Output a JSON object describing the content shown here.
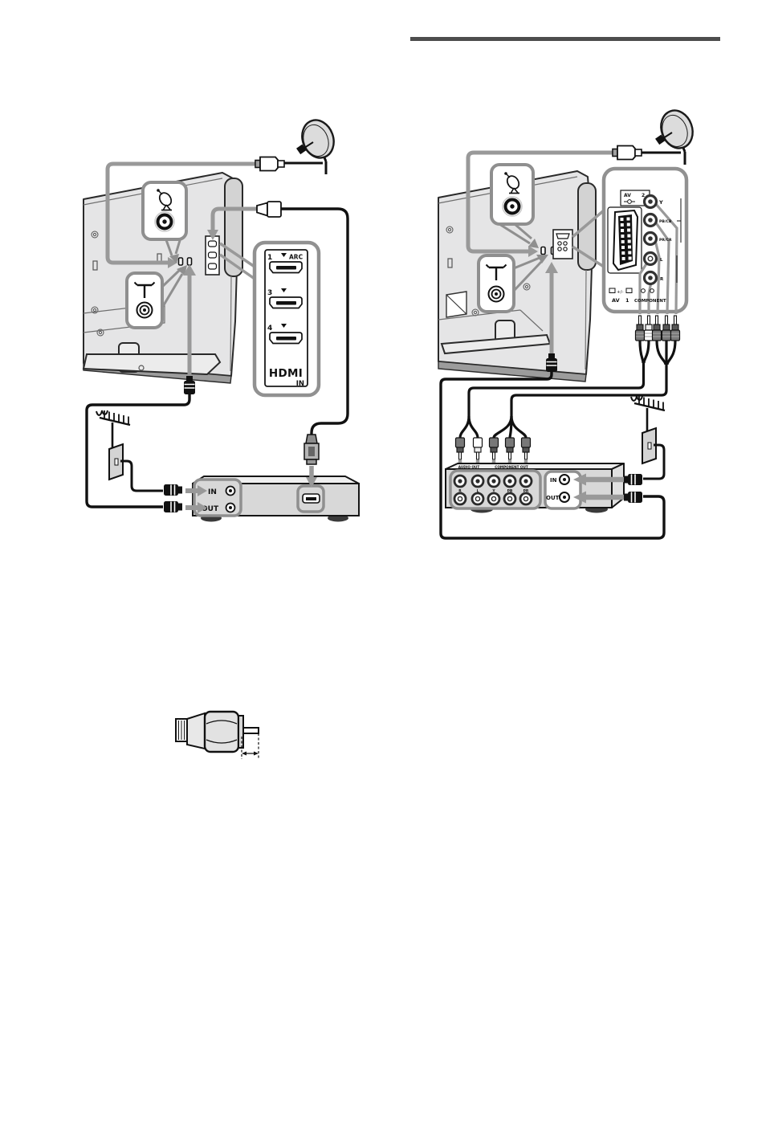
{
  "header": {
    "rule_color": "#4d4d4d"
  },
  "left_diagram": {
    "hdmi_panel": {
      "port1_num": "1",
      "arc_label": "ARC",
      "port3_num": "3",
      "port4_num": "4",
      "logo": "HDMI",
      "logo_sub": "IN"
    },
    "set_top_box": {
      "in_label": "IN",
      "out_label": "OUT"
    }
  },
  "right_diagram": {
    "av_panel": {
      "av_label": "AV",
      "av_num": "2",
      "comp_y": "Y",
      "comp_pb": "PB/CB",
      "comp_pr": "PR/CR",
      "audio_l": "L",
      "audio_r": "R",
      "rf_label": "+/-",
      "bottom_av": "AV",
      "bottom_num": "1",
      "bottom_component": "COMPONENT"
    },
    "set_top_box": {
      "audio_out_label": "AUDIO OUT",
      "component_out_label": "COMPONENT OUT",
      "jack_r": "R",
      "jack_l": "L",
      "jack_y": "Y",
      "jack_pb": "PB",
      "jack_pr": "PR",
      "in_label": "IN",
      "out_label": "OUT"
    }
  }
}
